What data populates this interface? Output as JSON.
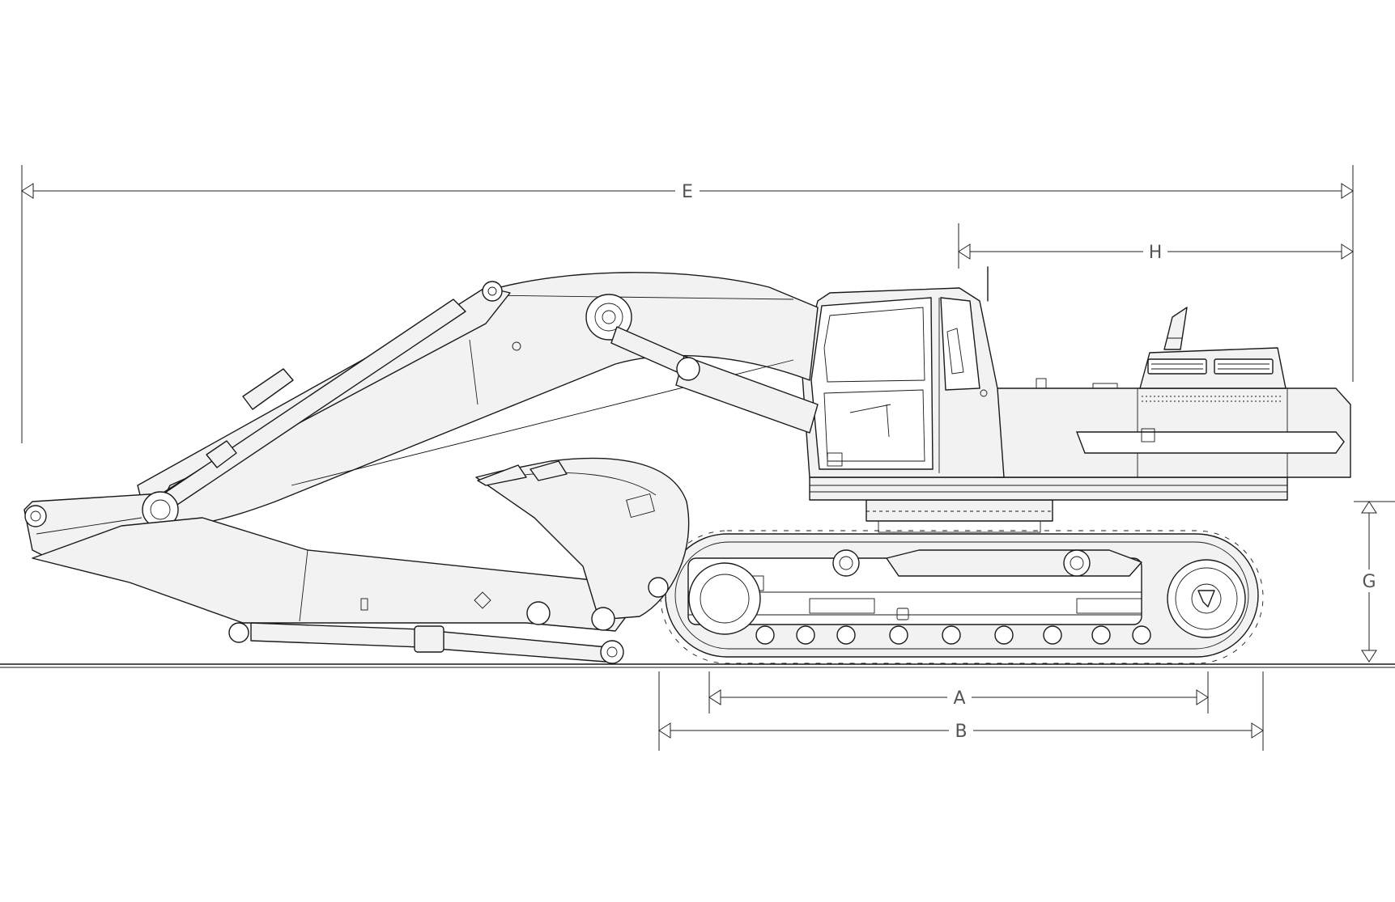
{
  "dimensions": {
    "E": "E",
    "H": "H",
    "G": "G",
    "A": "A",
    "B": "B"
  },
  "icons": [
    "excavator-drawing",
    "operator-cab",
    "counterweight",
    "crawler-track",
    "bucket",
    "boom",
    "arm",
    "drive-sprocket"
  ],
  "colors": {
    "line": "#1a1a1a",
    "fill": "#f2f2f2",
    "label": "#555555",
    "background": "#ffffff"
  }
}
